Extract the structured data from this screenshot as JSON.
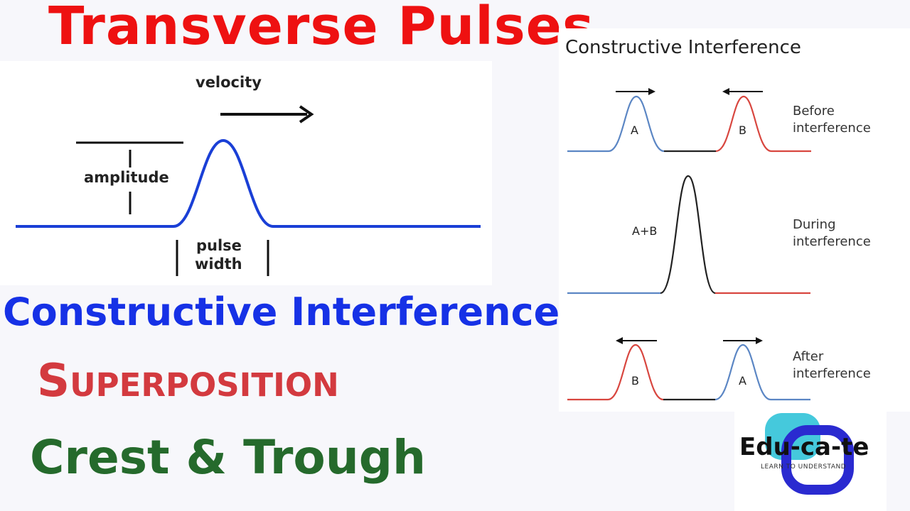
{
  "title": "Transverse Pulses",
  "pulse_diagram": {
    "velocity_label": "velocity",
    "amplitude_label": "amplitude",
    "pulse_width_line1": "pulse",
    "pulse_width_line2": "width"
  },
  "headings": {
    "constructive": "Constructive Interference",
    "superposition": "Superposition",
    "crest_trough": "Crest & Trough"
  },
  "interference": {
    "title": "Constructive Interference",
    "before_line1": "Before",
    "before_line2": "interference",
    "during_line1": "During",
    "during_line2": "interference",
    "after_line1": "After",
    "after_line2": "interference",
    "label_a": "A",
    "label_b": "B",
    "label_ab": "A+B"
  },
  "logo": {
    "name": "Edu-ca-te",
    "tagline": "LEARN TO UNDERSTAND"
  },
  "colors": {
    "title": "#ee1111",
    "pulse_blue": "#1a3fd6",
    "constructive": "#1631e6",
    "superposition": "#d33a3f",
    "crest_trough": "#256a2c",
    "wave_a": "#5b86c4",
    "wave_b": "#d8463f",
    "logo_cyan": "#45c9dc",
    "logo_navy": "#2a2ad0"
  }
}
